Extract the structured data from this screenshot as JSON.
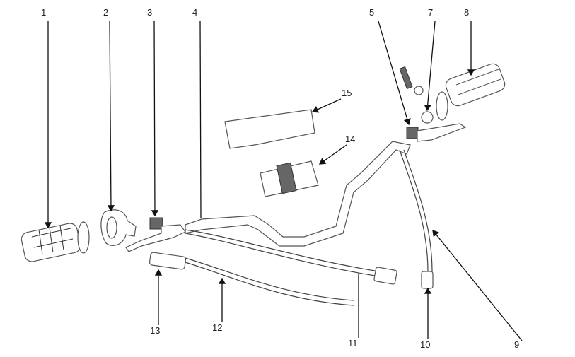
{
  "diagram": {
    "labels": [
      {
        "id": "1",
        "text": "1"
      },
      {
        "id": "2",
        "text": "2"
      },
      {
        "id": "3",
        "text": "3"
      },
      {
        "id": "4",
        "text": "4"
      },
      {
        "id": "5",
        "text": "5"
      },
      {
        "id": "7",
        "text": "7"
      },
      {
        "id": "8",
        "text": "8"
      },
      {
        "id": "9",
        "text": "9"
      },
      {
        "id": "10",
        "text": "10"
      },
      {
        "id": "11",
        "text": "11"
      },
      {
        "id": "12",
        "text": "12"
      },
      {
        "id": "13",
        "text": "13"
      },
      {
        "id": "14",
        "text": "14"
      },
      {
        "id": "15",
        "text": "15"
      }
    ]
  }
}
